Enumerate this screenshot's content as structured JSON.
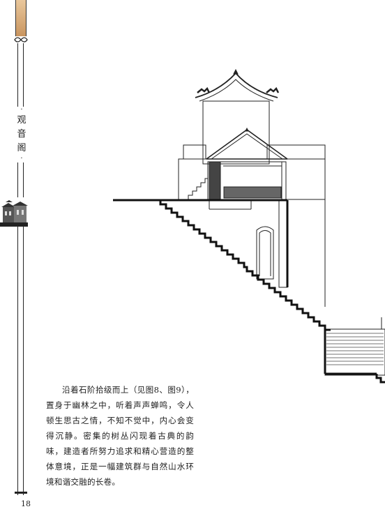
{
  "sidebar": {
    "title_chars": [
      "观",
      "音",
      "阁"
    ],
    "title_dot": "·"
  },
  "page_number": "18",
  "paragraph": "沿着石阶拾级而上（见图8、图9），置身于幽林之中，听着声声蝉鸣，令人顿生思古之情，不知不觉中，内心会变得沉静。密集的树丛闪现着古典的韵味，建造者所努力追求和精心营造的整体意境，正是一幅建筑群与自然山水环境和谐交融的长卷。",
  "colors": {
    "rail_cap_top": "#e9c79c",
    "rail_cap_bottom": "#c9955f",
    "ink": "#222222"
  },
  "icons": [
    "knot-ornament-icon",
    "temple-thumbnail-icon"
  ]
}
